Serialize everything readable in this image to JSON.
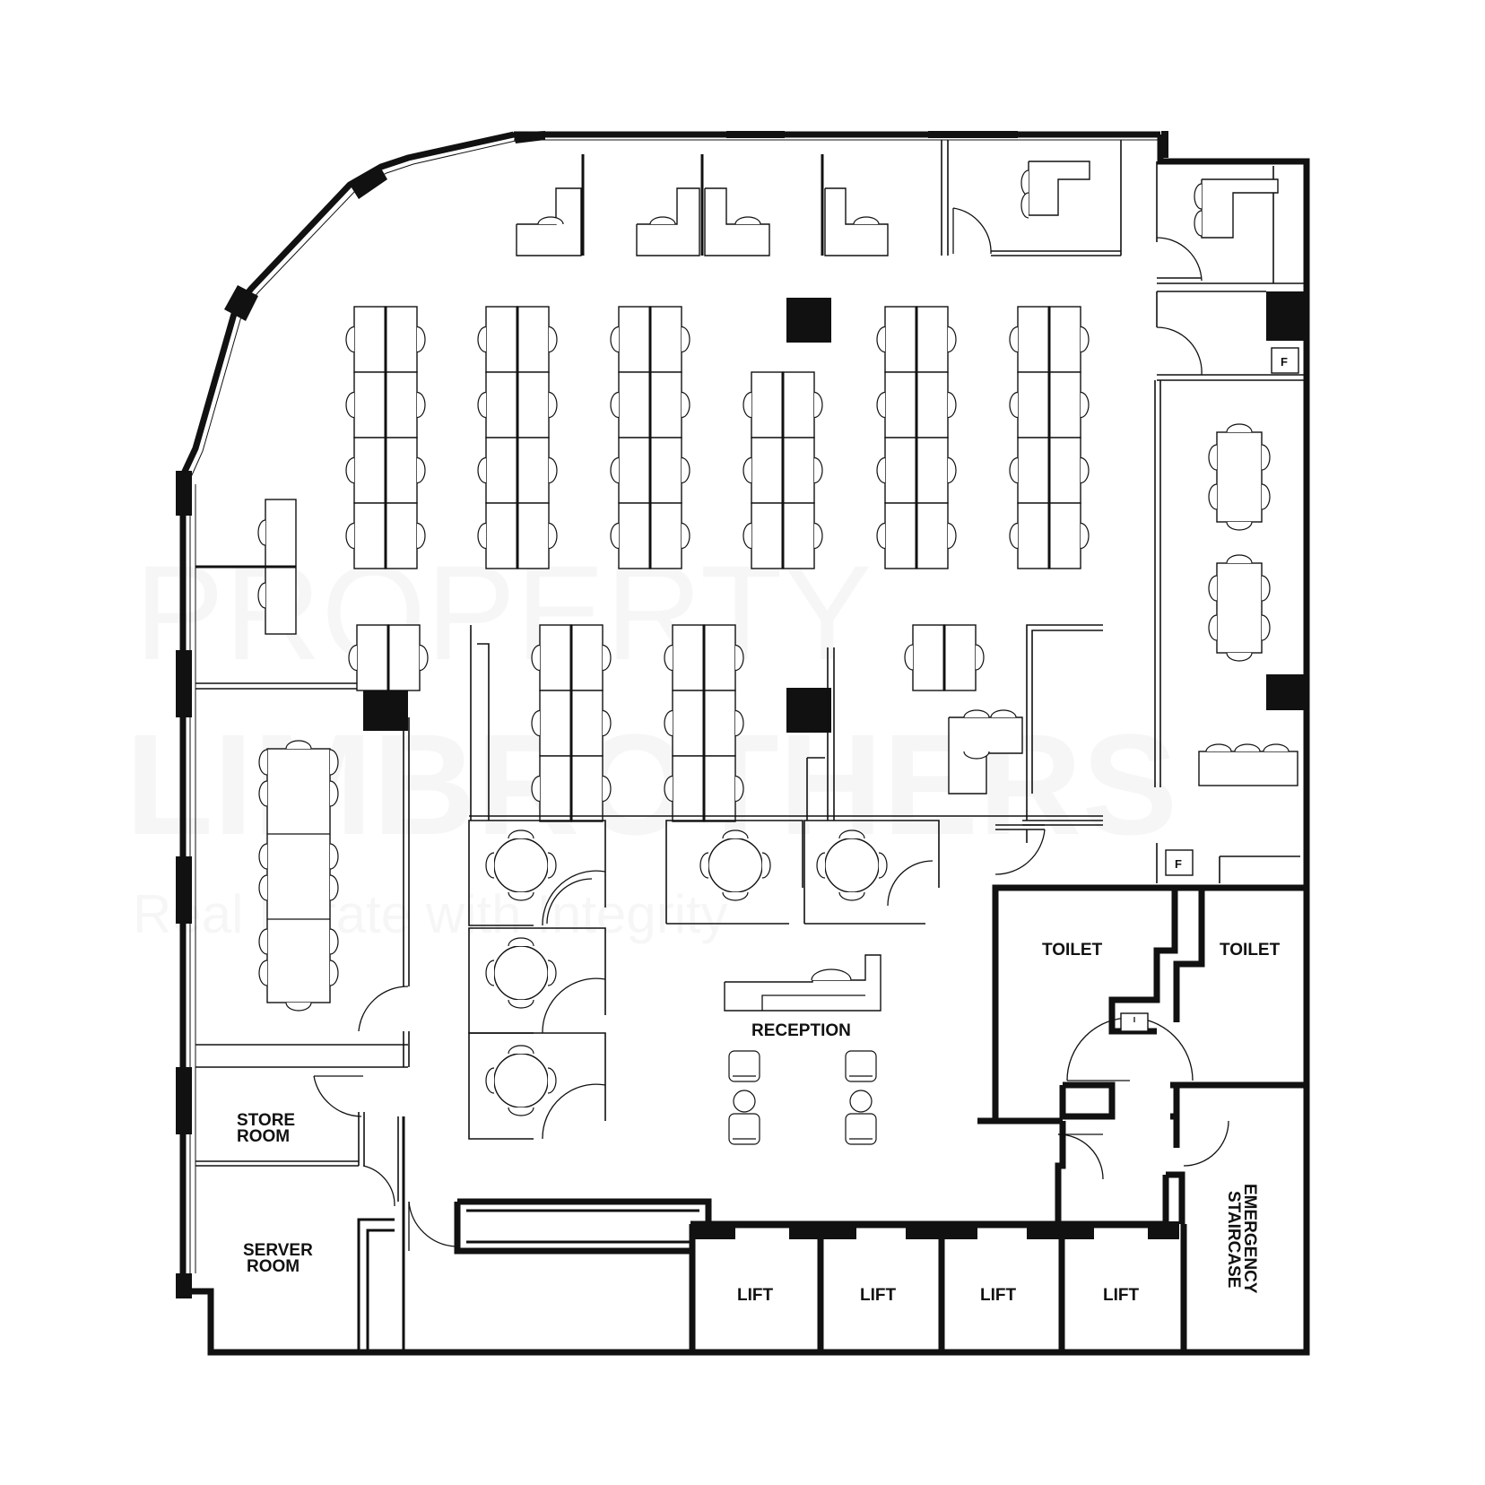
{
  "plan": {
    "rooms": {
      "toilet_left": "TOILET",
      "toilet_right": "TOILET",
      "reception": "RECEPTION",
      "store_room_line1": "STORE",
      "store_room_line2": "ROOM",
      "server_room_line1": "SERVER",
      "server_room_line2": "ROOM",
      "lift_1": "LIFT",
      "lift_2": "LIFT",
      "lift_3": "LIFT",
      "lift_4": "LIFT",
      "emergency_line1": "EMERGENCY",
      "emergency_line2": "STAIRCASE"
    },
    "fire_markers": [
      "F",
      "F"
    ]
  },
  "watermark": {
    "line1": "PROPERTY",
    "line2": "LIMBROTHERS",
    "line3": "Real Estate with Integrity"
  }
}
